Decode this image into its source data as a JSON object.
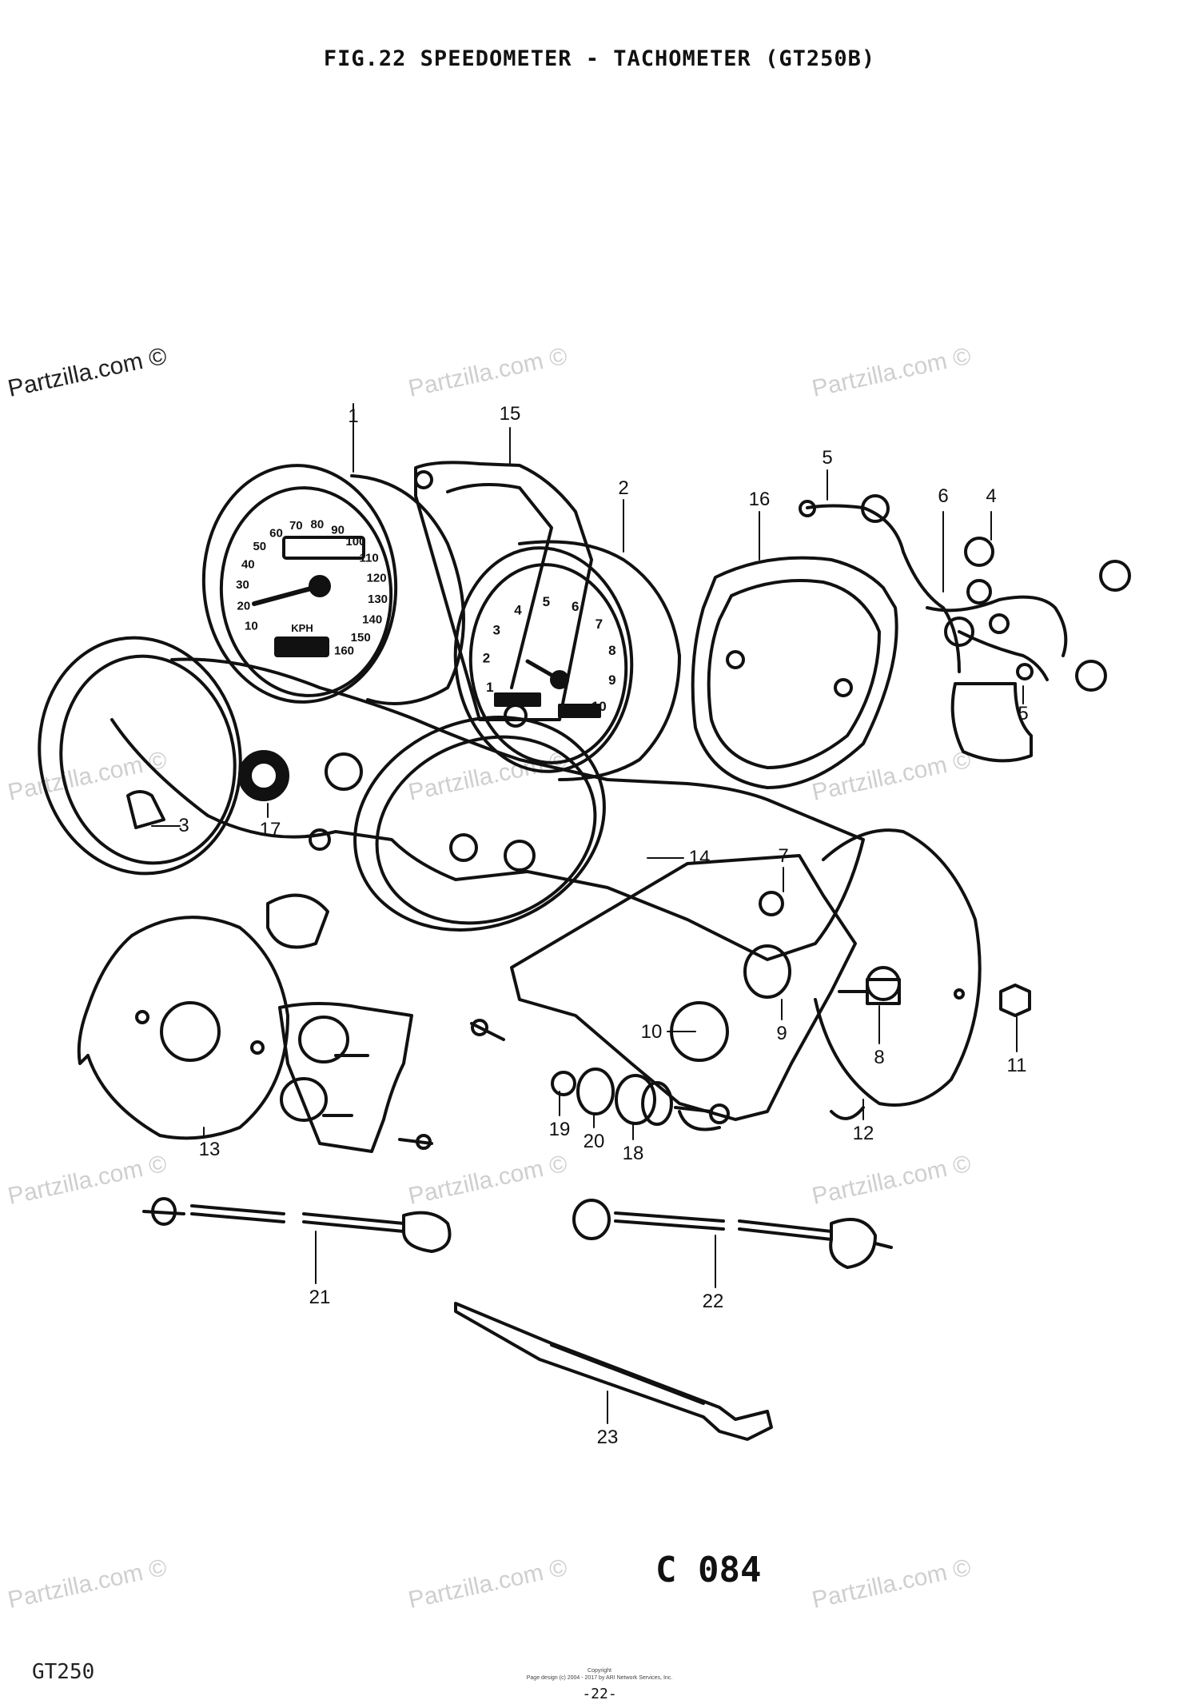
{
  "header": {
    "title": "FIG.22  SPEEDOMETER - TACHOMETER (GT250B)"
  },
  "watermark": {
    "text": "Partzilla.com ©"
  },
  "speedometer_face": {
    "numerals": [
      "10",
      "20",
      "30",
      "40",
      "50",
      "60",
      "70",
      "80",
      "90",
      "100",
      "110",
      "120",
      "130",
      "140",
      "150",
      "160"
    ],
    "unit": "KPH"
  },
  "tachometer_face": {
    "numerals": [
      "1",
      "2",
      "3",
      "4",
      "5",
      "6",
      "7",
      "8",
      "9",
      "10"
    ]
  },
  "callouts": [
    "1",
    "2",
    "3",
    "4",
    "5",
    "5",
    "6",
    "7",
    "8",
    "9",
    "10",
    "11",
    "12",
    "13",
    "14",
    "15",
    "16",
    "17",
    "18",
    "19",
    "20",
    "21",
    "22",
    "23"
  ],
  "footer": {
    "diagram_code": "C 084",
    "model": "GT250",
    "copyright_label": "Copyright",
    "copyright_line": "Page design (c) 2004 - 2017 by ARI Network Services, Inc.",
    "page_number": "-22-"
  },
  "colors": {
    "ink": "#111111",
    "watermark": "#cfcfcf",
    "background": "#ffffff"
  }
}
